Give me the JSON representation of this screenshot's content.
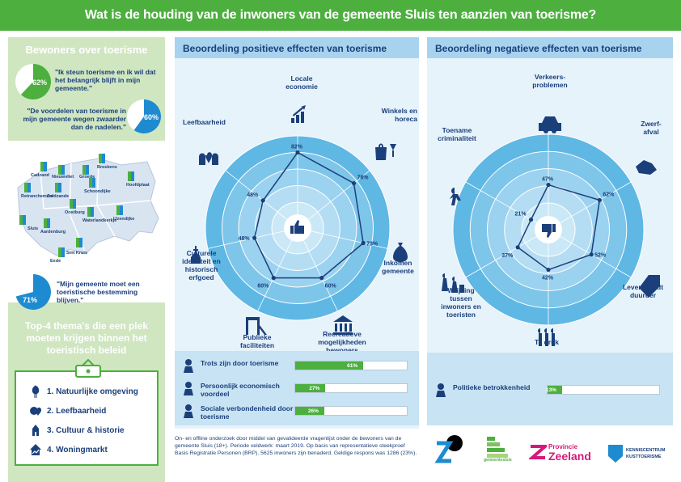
{
  "title": "Wat is de houding van de inwoners van de gemeente Sluis ten aanzien van toerisme?",
  "left": {
    "title": "Bewoners over toerisme",
    "stat1": {
      "pct": "62%",
      "value": 62,
      "quote": "\"Ik steun toerisme en ik wil dat het belangrijk blijft in mijn gemeente.\""
    },
    "stat2": {
      "pct": "60%",
      "value": 60,
      "quote": "\"De voordelen van toerisme in mijn gemeente wegen zwaarder dan de nadelen.\""
    },
    "stat3": {
      "pct": "71%",
      "value": 71,
      "quote": "\"Mijn gemeente moet een toeristische bestemming blijven.\""
    },
    "towns": [
      "Cadzand",
      "Nieuwvliet",
      "Groede",
      "Breskens",
      "Hoofdplaat",
      "Retranchement",
      "Zuidzande",
      "Schoondijke",
      "Oostburg",
      "IJzendijke",
      "Waterlandkerkje",
      "Sluis",
      "Aardenburg",
      "Sint Kruis",
      "Eede"
    ],
    "top4_title": "Top-4 thema's die een plek moeten krijgen binnen het toeristisch beleid",
    "top4": [
      "1. Natuurlijke omgeving",
      "2. Leefbaarheid",
      "3. Cultuur & historie",
      "4. Woningmarkt"
    ]
  },
  "positive": {
    "title": "Beoordeling positieve effecten van toerisme",
    "axes": [
      {
        "label": "Locale economie",
        "value": 82,
        "pct": "82%"
      },
      {
        "label": "Winkels en horeca",
        "value": 78,
        "pct": "78%"
      },
      {
        "label": "Inkomen gemeente",
        "value": 73,
        "pct": "73%"
      },
      {
        "label": "Recreatieve mogelijkheden bewoners",
        "value": 60,
        "pct": "60%"
      },
      {
        "label": "Publieke faciliteiten",
        "value": 60,
        "pct": "60%"
      },
      {
        "label": "Culturele identiteit en historisch erfgoed",
        "value": 48,
        "pct": "48%"
      },
      {
        "label": "Leefbaarheid",
        "value": 48,
        "pct": "48%"
      }
    ],
    "bars": [
      {
        "label": "Trots zijn door toerisme",
        "value": 61,
        "pct": "61%"
      },
      {
        "label": "Persoonlijk economisch voordeel",
        "value": 27,
        "pct": "27%"
      },
      {
        "label": "Sociale verbondenheid door toerisme",
        "value": 26,
        "pct": "26%"
      }
    ]
  },
  "negative": {
    "title": "Beoordeling negatieve effecten van toerisme",
    "axes": [
      {
        "label": "Verkeers-problemen",
        "value": 47,
        "pct": "47%"
      },
      {
        "label": "Zwerf-afval",
        "value": 62,
        "pct": "62%"
      },
      {
        "label": "Leven wordt duurder",
        "value": 52,
        "pct": "52%"
      },
      {
        "label": "Te druk",
        "value": 42,
        "pct": "42%"
      },
      {
        "label": "Wrijving tussen inwoners en toeristen",
        "value": 37,
        "pct": "37%"
      },
      {
        "label": "Toename criminaliteit",
        "value": 21,
        "pct": "21%"
      }
    ],
    "bars": [
      {
        "label": "Politieke betrokkenheid",
        "value": 13,
        "pct": "13%"
      }
    ]
  },
  "footnote": "On- en offline onderzoek door middel van gevalideerde vragenlijst onder de bewoners van de gemeente Sluis (18+). Periode veldwerk: maart 2019. Op basis van representatieve steekproef Basis Registratie Personen (BRP). 5625 inwoners zijn benaderd. Geldige respons was 1286 (23%).",
  "logos": {
    "zeeland_prefix": "Provincie",
    "zeeland_name": "Zeeland",
    "kenniscentrum_1": "KENNISCENTRUM",
    "kenniscentrum_2": "KUSTTOERISME",
    "gemeente": "gemeentesluis"
  },
  "colors": {
    "green": "#4caf3e",
    "navy": "#1b3f7a",
    "lightblue": "#a8d3ef",
    "ring": "#5fb7e4"
  }
}
